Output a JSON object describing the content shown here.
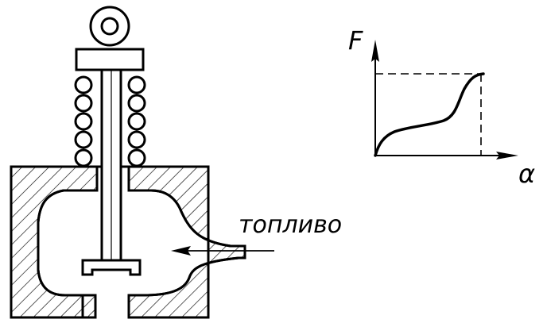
{
  "labels": {
    "fuel": "топливо",
    "y_axis": "F",
    "x_axis": "α"
  },
  "colors": {
    "ink": "#000000",
    "paper": "#ffffff"
  }
}
